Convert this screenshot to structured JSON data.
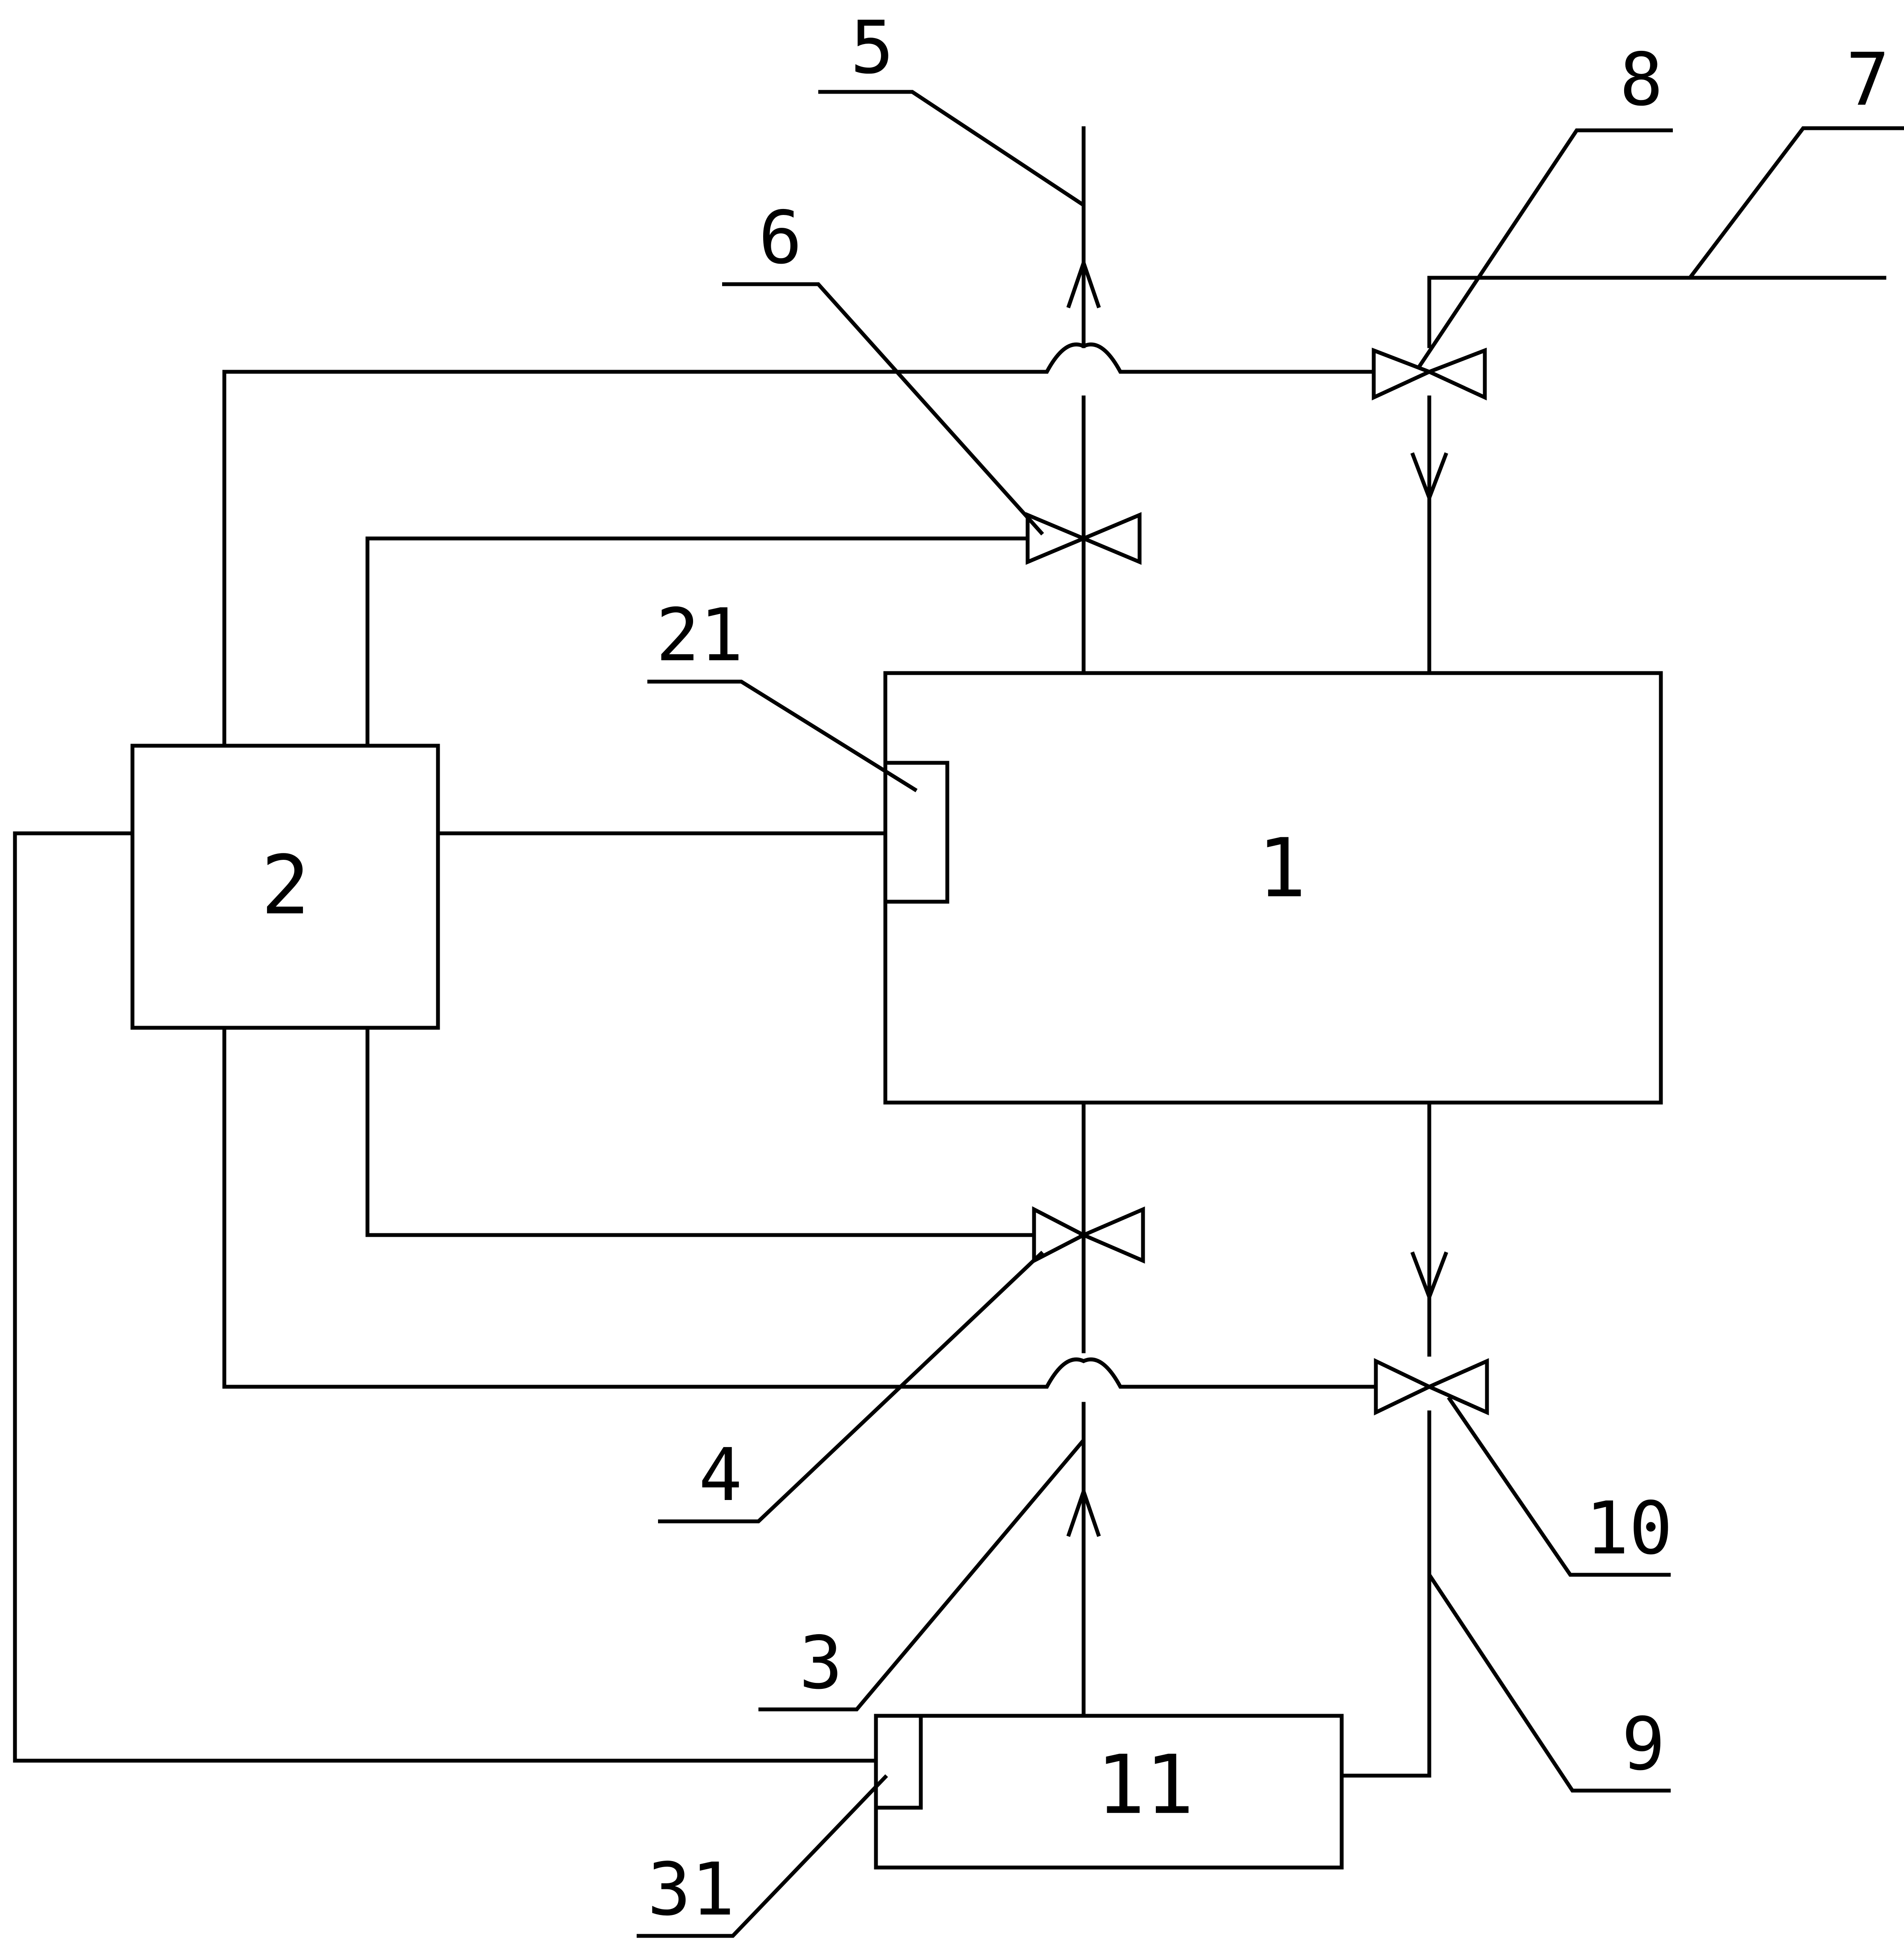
{
  "labels": {
    "tank_1": "1",
    "controller_2": "2",
    "inlet_pipe_3": "3",
    "inlet_valve_4": "4",
    "outlet_pipe_5": "5",
    "outlet_valve_6": "6",
    "supply_pipe_7": "7",
    "supply_valve_8": "8",
    "drain_pipe_9": "9",
    "drain_valve_10": "10",
    "unit_11": "11",
    "sensor_21": "21",
    "sensor_31": "31"
  }
}
